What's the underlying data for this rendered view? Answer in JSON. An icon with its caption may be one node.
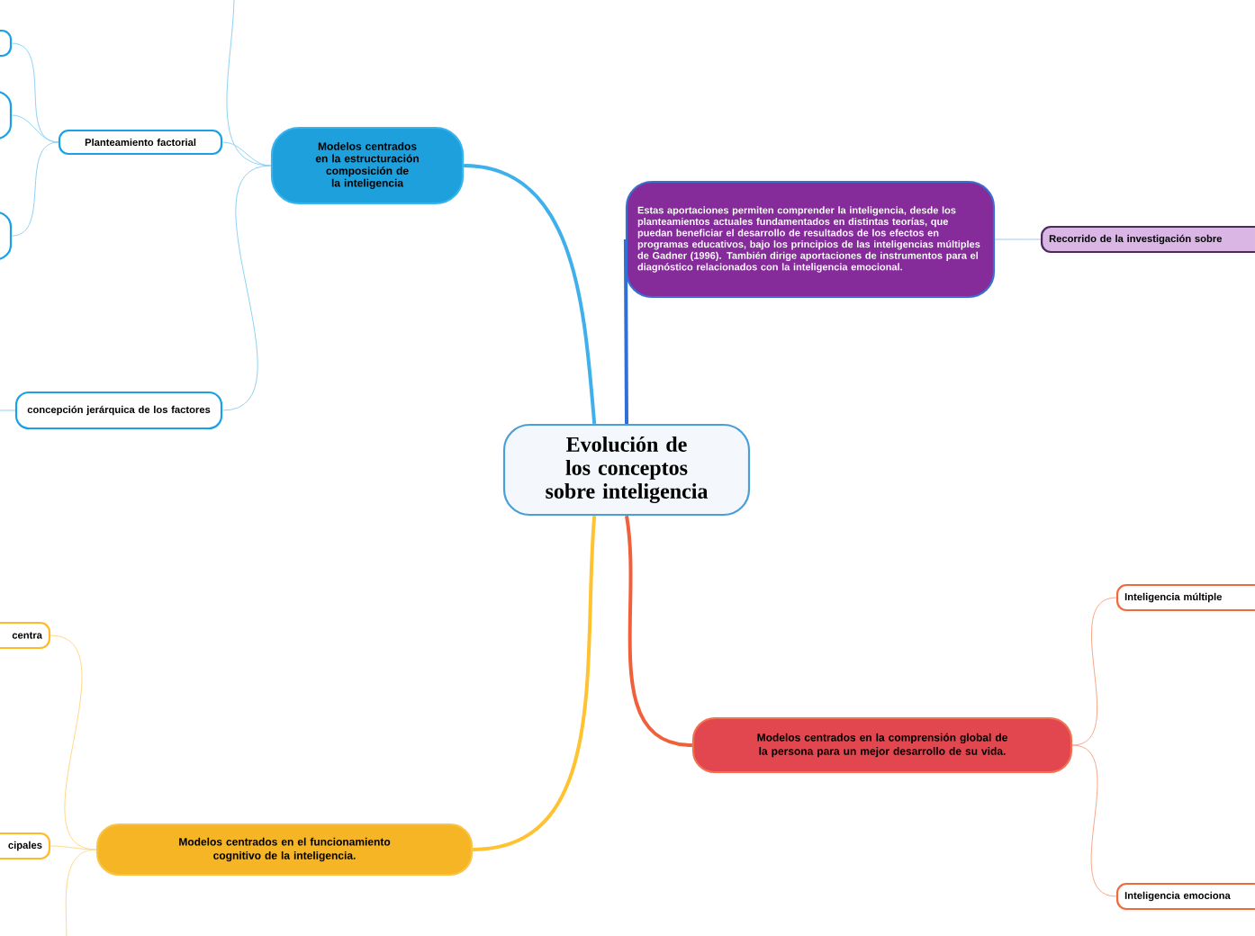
{
  "diagram": {
    "nodes": [
      {
        "text": [
          "Evolución de los conceptos sobre inteligencia"
        ]
      },
      {
        "text": [
          "Modelos centrados en la estructuración composición de la inteligencia"
        ]
      },
      {
        "text": [
          "Planteamiento factorial"
        ]
      },
      {
        "text": [],
        "shape": "box"
      },
      {
        "text": [],
        "shape": "box"
      },
      {
        "text": [],
        "shape": "box"
      },
      {
        "text": [
          "concepción jerárquica de los factores"
        ]
      },
      {
        "text": [
          "Estas aportaciones permiten comprender la inteligencia, desde los planteamientos actuales fundamentados en distintas teorías, que puedan beneficiar el desarrollo de resultados de los efectos en programas educativos, bajo los principios de las inteligencias múltiples de Gadner (1996). También dirige aportaciones de instrumentos para el diagnóstico relacionados con la inteligencia emocional."
        ]
      },
      {
        "text": [
          "Recorrido de la investigación sobre"
        ]
      },
      {
        "text": [
          "Modelos centrados en la comprensión global de la persona para un mejor desarrollo de su vida."
        ]
      },
      {
        "text": [
          "Inteligencia múltiple"
        ]
      },
      {
        "text": [
          "Inteligencia emociona"
        ]
      },
      {
        "text": [
          "Modelos centrados en el funcionamiento cognitivo de la inteligencia."
        ]
      },
      {
        "text": [
          "centra"
        ]
      },
      {
        "text": [
          "cipales"
        ]
      }
    ],
    "edges": [
      {
        "from": 0,
        "to": 1,
        "arrow": "none",
        "style": "thick",
        "color": "#3fb0ec"
      },
      {
        "from": 0,
        "to": 7,
        "arrow": "none",
        "style": "thick",
        "color": "#2f6fd6"
      },
      {
        "from": 0,
        "to": 9,
        "arrow": "none",
        "style": "thick",
        "color": "#f0603a"
      },
      {
        "from": 0,
        "to": 12,
        "arrow": "none",
        "style": "thick",
        "color": "#ffc230"
      },
      {
        "from": 1,
        "to": 2,
        "arrow": "none",
        "color": "#8fd2f4"
      },
      {
        "from": 1,
        "to": 6,
        "arrow": "none",
        "color": "#8fd2f4"
      },
      {
        "from": 1,
        "to": null,
        "arrow": "none",
        "color": "#8fd2f4"
      },
      {
        "from": 2,
        "to": 3,
        "arrow": "none",
        "color": "#8fd2f4"
      },
      {
        "from": 2,
        "to": 4,
        "arrow": "none",
        "color": "#8fd2f4"
      },
      {
        "from": 2,
        "to": 5,
        "arrow": "none",
        "color": "#8fd2f4"
      },
      {
        "from": 7,
        "to": 8,
        "arrow": "none",
        "color": "#9cc8f0"
      },
      {
        "from": 9,
        "to": 10,
        "arrow": "none",
        "color": "#f8a888"
      },
      {
        "from": 9,
        "to": 11,
        "arrow": "none",
        "color": "#f8a888"
      },
      {
        "from": 12,
        "to": 13,
        "arrow": "none",
        "color": "#ffd88a"
      },
      {
        "from": 12,
        "to": 14,
        "arrow": "none",
        "color": "#ffd88a"
      },
      {
        "from": 12,
        "to": null,
        "arrow": "none",
        "color": "#ffd88a"
      },
      {
        "from": 6,
        "to": null,
        "arrow": "none",
        "color": "#8fd2f4"
      }
    ]
  }
}
